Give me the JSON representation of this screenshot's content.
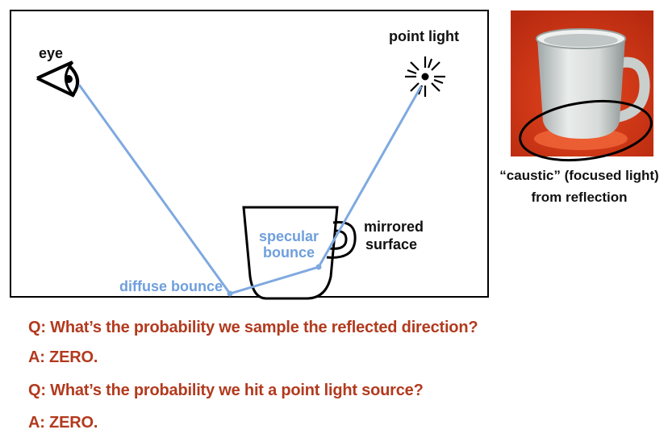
{
  "diagram": {
    "eye_label": "eye",
    "light_label": "point light",
    "specular_label_line1": "specular",
    "specular_label_line2": "bounce",
    "mirror_label_line1": "mirrored",
    "mirror_label_line2": "surface",
    "diffuse_label": "diffuse bounce"
  },
  "photo": {
    "caption_line1": "“caustic” (focused light)",
    "caption_line2": "from reflection",
    "background_color": "#d83a1a"
  },
  "qa": [
    "Q: What’s the probability we sample the reflected direction?",
    "A: ZERO.",
    "Q: What’s the probability we hit a point light source?",
    "A: ZERO."
  ],
  "colors": {
    "ray": "#7fa9e0",
    "qa_text": "#b23a1e",
    "label_blue": "#6f9fdc"
  }
}
